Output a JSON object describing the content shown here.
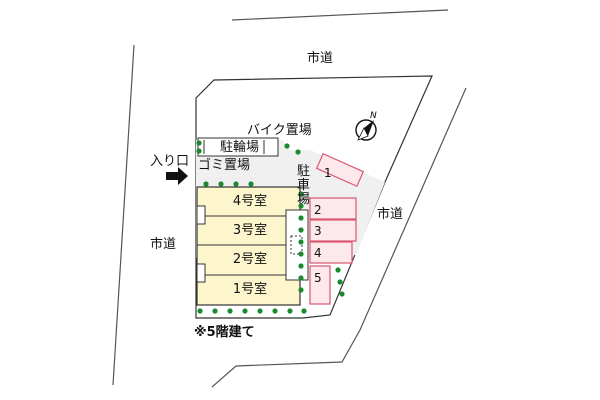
{
  "roads": {
    "top": "市道",
    "left": "市道",
    "right": "市道"
  },
  "labels": {
    "bike_parking": "バイク置場",
    "bicycle_parking": "駐輪場",
    "entrance": "入り口",
    "garbage": "ゴミ置場",
    "parking": "駐車場",
    "floors_note": "※5階建て"
  },
  "rooms": [
    "4号室",
    "3号室",
    "2号室",
    "1号室"
  ],
  "parking_slots": [
    "1",
    "2",
    "3",
    "4",
    "5"
  ],
  "compass": {
    "label": "N"
  },
  "colors": {
    "site_fill": "#f2f2f2",
    "building_fill": "#fdf6cc",
    "parking_stroke": "#d9576f",
    "parking_fill": "#fde8ec",
    "tree": "#1a8a2e",
    "line": "#444444"
  }
}
